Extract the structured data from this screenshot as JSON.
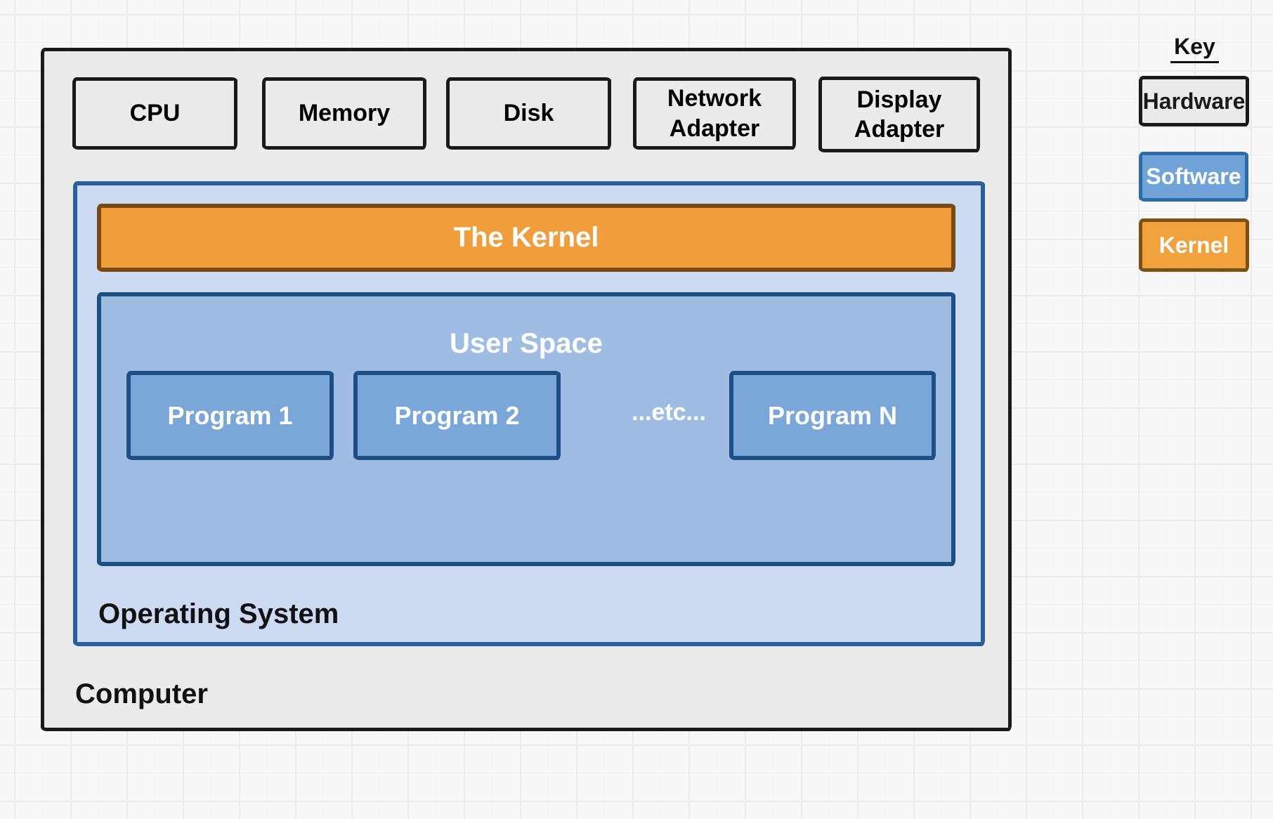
{
  "computer": {
    "label": "Computer",
    "fill": "#ebebeb",
    "border": "#1a1a1a",
    "hardware": [
      "CPU",
      "Memory",
      "Disk",
      "Network Adapter",
      "Display Adapter"
    ]
  },
  "os": {
    "label": "Operating System",
    "fill": "#ccdaf2",
    "border": "#2a5f9e",
    "kernel": {
      "label": "The Kernel",
      "fill": "#f09d3c",
      "border": "#7a4a12"
    },
    "user_space": {
      "label": "User Space",
      "fill": "#9fbde3",
      "border": "#1d4e86",
      "program_fill": "#7ba6d8",
      "program_border": "#1d4e86",
      "programs": [
        "Program 1",
        "Program 2",
        "Program N"
      ],
      "etc": "...etc..."
    }
  },
  "key": {
    "title": "Key",
    "items": [
      {
        "label": "Hardware",
        "fill": "#ebebeb",
        "border": "#1a1a1a",
        "text": "#1a1a1a"
      },
      {
        "label": "Software",
        "fill": "#70a3d7",
        "border": "#2d6cab",
        "text": "#ffffff"
      },
      {
        "label": "Kernel",
        "fill": "#f0a23c",
        "border": "#7d4f13",
        "text": "#ffffff"
      }
    ]
  }
}
